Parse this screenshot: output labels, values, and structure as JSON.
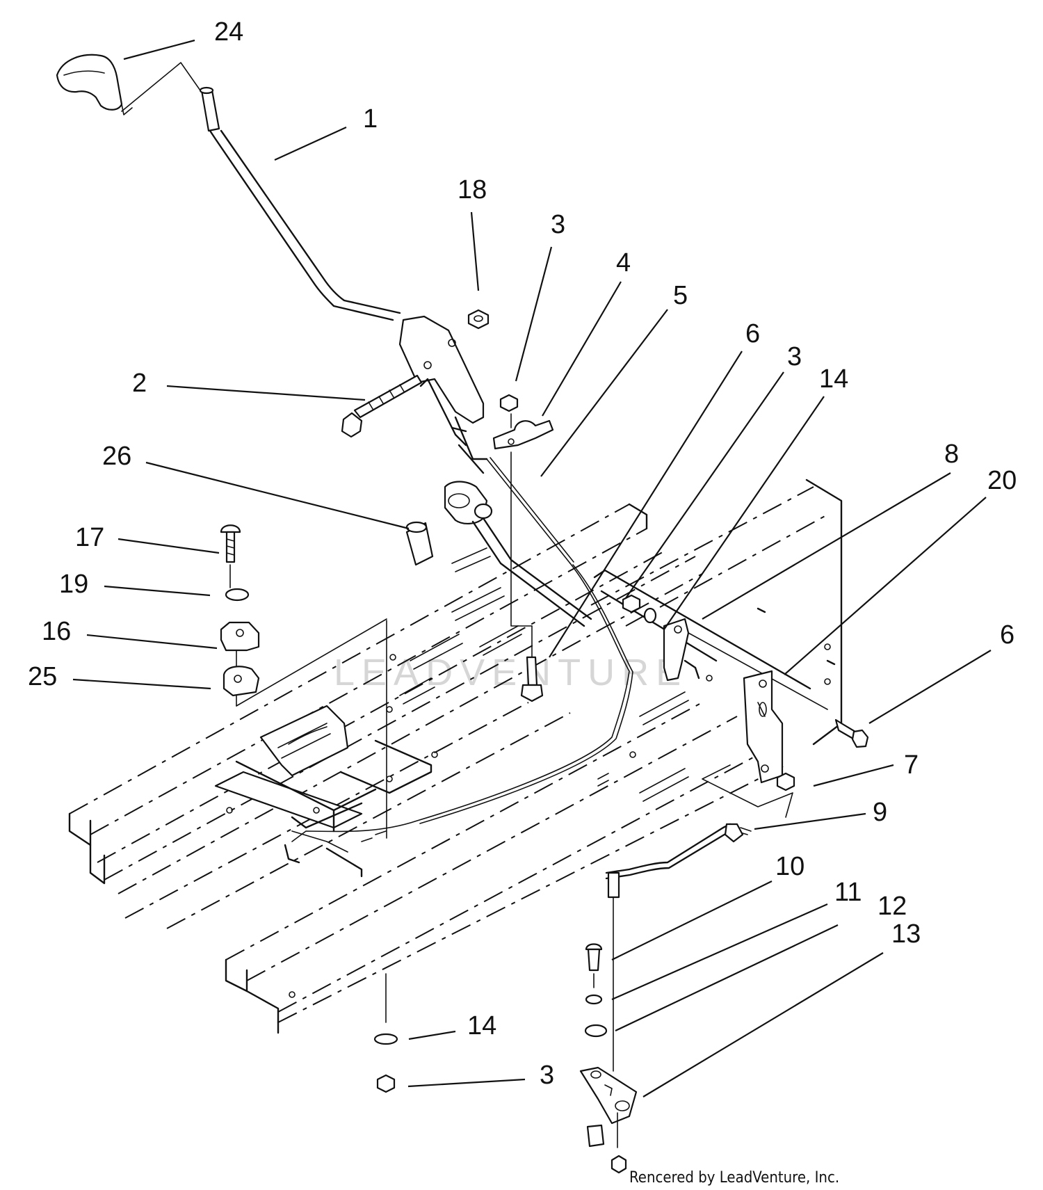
{
  "labels": [
    {
      "id": "lbl-24",
      "text": "24"
    },
    {
      "id": "lbl-1",
      "text": "1"
    },
    {
      "id": "lbl-18",
      "text": "18"
    },
    {
      "id": "lbl-3a",
      "text": "3"
    },
    {
      "id": "lbl-4",
      "text": "4"
    },
    {
      "id": "lbl-5",
      "text": "5"
    },
    {
      "id": "lbl-6a",
      "text": "6"
    },
    {
      "id": "lbl-3b",
      "text": "3"
    },
    {
      "id": "lbl-14a",
      "text": "14"
    },
    {
      "id": "lbl-2",
      "text": "2"
    },
    {
      "id": "lbl-26",
      "text": "26"
    },
    {
      "id": "lbl-8",
      "text": "8"
    },
    {
      "id": "lbl-20",
      "text": "20"
    },
    {
      "id": "lbl-17",
      "text": "17"
    },
    {
      "id": "lbl-19",
      "text": "19"
    },
    {
      "id": "lbl-16",
      "text": "16"
    },
    {
      "id": "lbl-25",
      "text": "25"
    },
    {
      "id": "lbl-6b",
      "text": "6"
    },
    {
      "id": "lbl-7",
      "text": "7"
    },
    {
      "id": "lbl-9",
      "text": "9"
    },
    {
      "id": "lbl-10",
      "text": "10"
    },
    {
      "id": "lbl-11",
      "text": "11"
    },
    {
      "id": "lbl-12",
      "text": "12"
    },
    {
      "id": "lbl-13",
      "text": "13"
    },
    {
      "id": "lbl-14b",
      "text": "14"
    },
    {
      "id": "lbl-3c",
      "text": "3"
    }
  ],
  "watermark": "LEADVENTURE",
  "footer": "Rencered by LeadVenture, Inc."
}
